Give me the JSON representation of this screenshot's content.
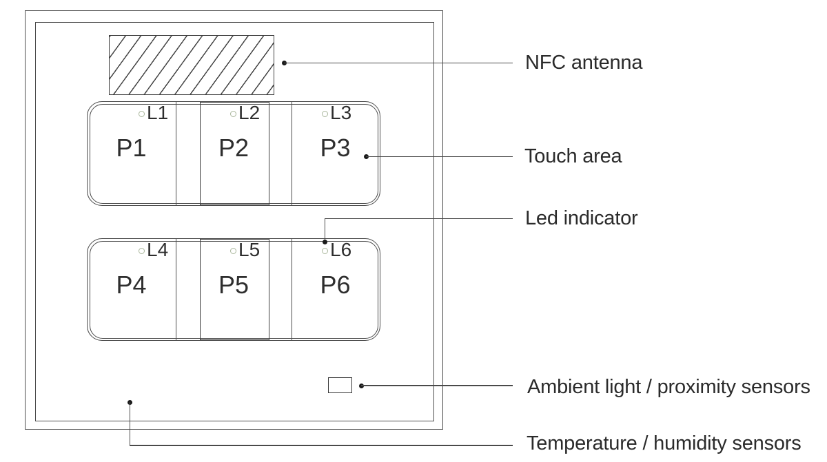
{
  "colors": {
    "line": "#4a4a4a",
    "text": "#2b2b2b",
    "led_ring": "#a9b69b"
  },
  "panel": {
    "touch_groups": [
      {
        "cells": [
          {
            "led_label": "L1",
            "pad_label": "P1"
          },
          {
            "led_label": "L2",
            "pad_label": "P2"
          },
          {
            "led_label": "L3",
            "pad_label": "P3"
          }
        ]
      },
      {
        "cells": [
          {
            "led_label": "L4",
            "pad_label": "P4"
          },
          {
            "led_label": "L5",
            "pad_label": "P5"
          },
          {
            "led_label": "L6",
            "pad_label": "P6"
          }
        ]
      }
    ]
  },
  "annotations": {
    "nfc": "NFC antenna",
    "touch": "Touch area",
    "led": "Led indicator",
    "ambient": "Ambient light / proximity sensors",
    "temperature": "Temperature / humidity sensors"
  }
}
